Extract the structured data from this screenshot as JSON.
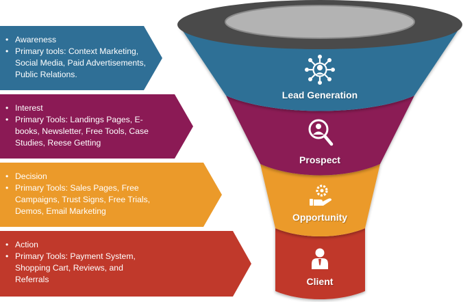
{
  "stages": [
    {
      "label": "Lead Generation",
      "icon": "network-people-icon",
      "color": "#2f6f96",
      "info_title": "Awareness",
      "info_text": "Primary tools: Context Marketing, Social Media, Paid Advertisements, Public Relations."
    },
    {
      "label": "Prospect",
      "icon": "magnifier-person-icon",
      "color": "#8b1a55",
      "info_title": "Interest",
      "info_text": "Primary Tools: Landings Pages, E-books, Newsletter, Free Tools, Case Studies, Reese Getting"
    },
    {
      "label": "Opportunity",
      "icon": "gear-hand-icon",
      "color": "#eb9a2a",
      "info_title": "Decision",
      "info_text": "Primary Tools: Sales Pages, Free Campaigns, Trust Signs, Free Trials, Demos, Email Marketing"
    },
    {
      "label": "Client",
      "icon": "businessman-icon",
      "color": "#c0392b",
      "info_title": "Action",
      "info_text": "Primary Tools: Payment System, Shopping Cart, Reviews, and Referrals"
    }
  ]
}
